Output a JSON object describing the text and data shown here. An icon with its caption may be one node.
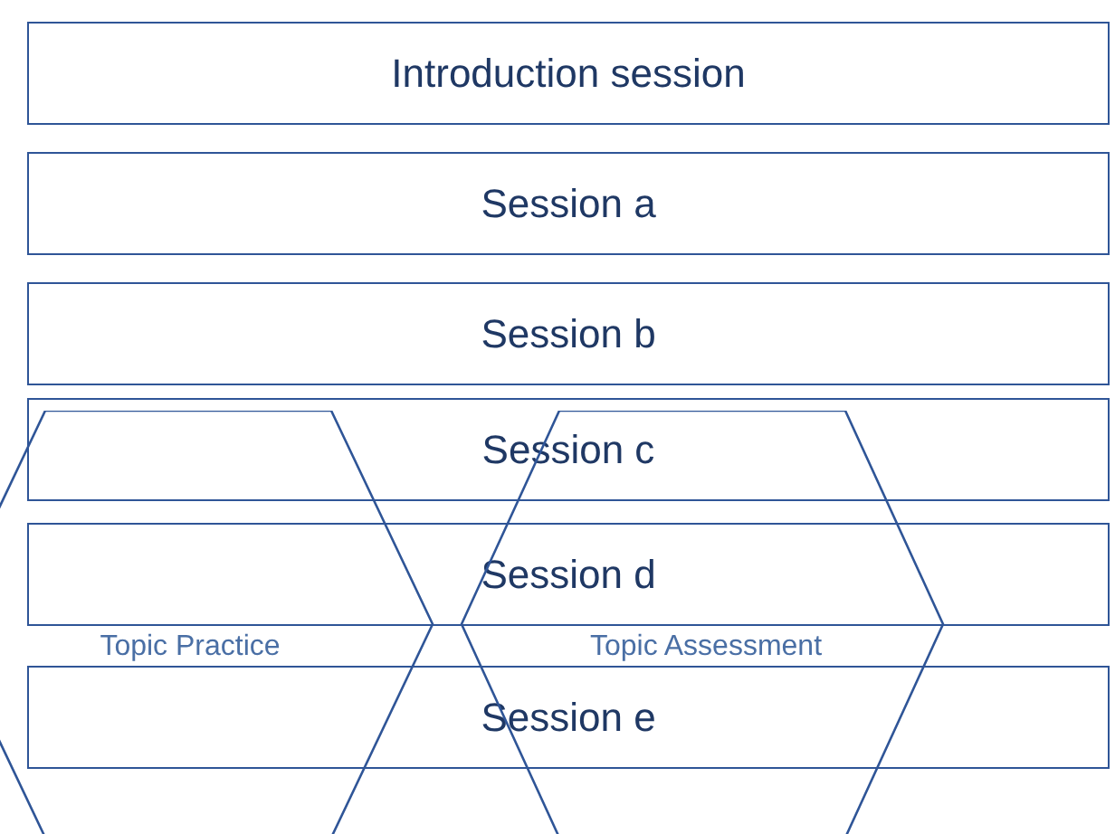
{
  "diagram": {
    "nodes": [
      {
        "text": [
          "Introduction session"
        ]
      },
      {
        "text": [
          "Session a"
        ]
      },
      {
        "text": [
          "Session b"
        ]
      },
      {
        "text": [
          "Session c"
        ]
      },
      {
        "text": [
          "Session d"
        ]
      },
      {
        "text": [
          "Session e"
        ]
      },
      {
        "text": [
          "Topic Practice"
        ]
      },
      {
        "text": [
          "Topic Assessment"
        ]
      }
    ]
  }
}
